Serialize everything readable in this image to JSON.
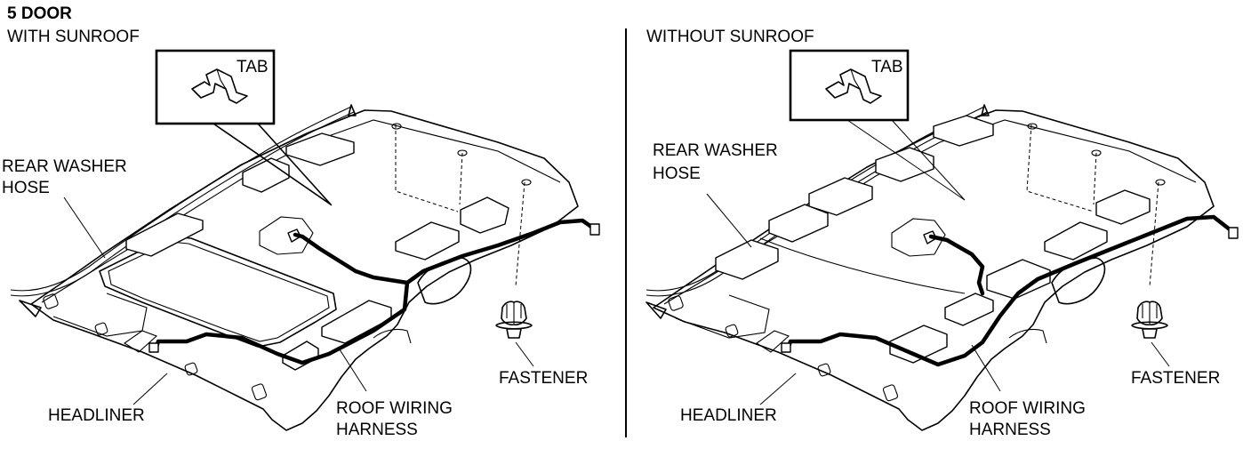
{
  "heading": "5 DOOR",
  "left_panel": {
    "variant": "WITH SUNROOF",
    "tab_label": "TAB",
    "rear_washer_hose": [
      "REAR WASHER",
      "HOSE"
    ],
    "headliner": "HEADLINER",
    "roof_wiring_harness": [
      "ROOF WIRING",
      "HARNESS"
    ],
    "fastener": "FASTENER"
  },
  "right_panel": {
    "variant": "WITHOUT SUNROOF",
    "tab_label": "TAB",
    "rear_washer_hose": [
      "REAR WASHER",
      "HOSE"
    ],
    "headliner": "HEADLINER",
    "roof_wiring_harness": [
      "ROOF WIRING",
      "HARNESS"
    ],
    "fastener": "FASTENER"
  }
}
